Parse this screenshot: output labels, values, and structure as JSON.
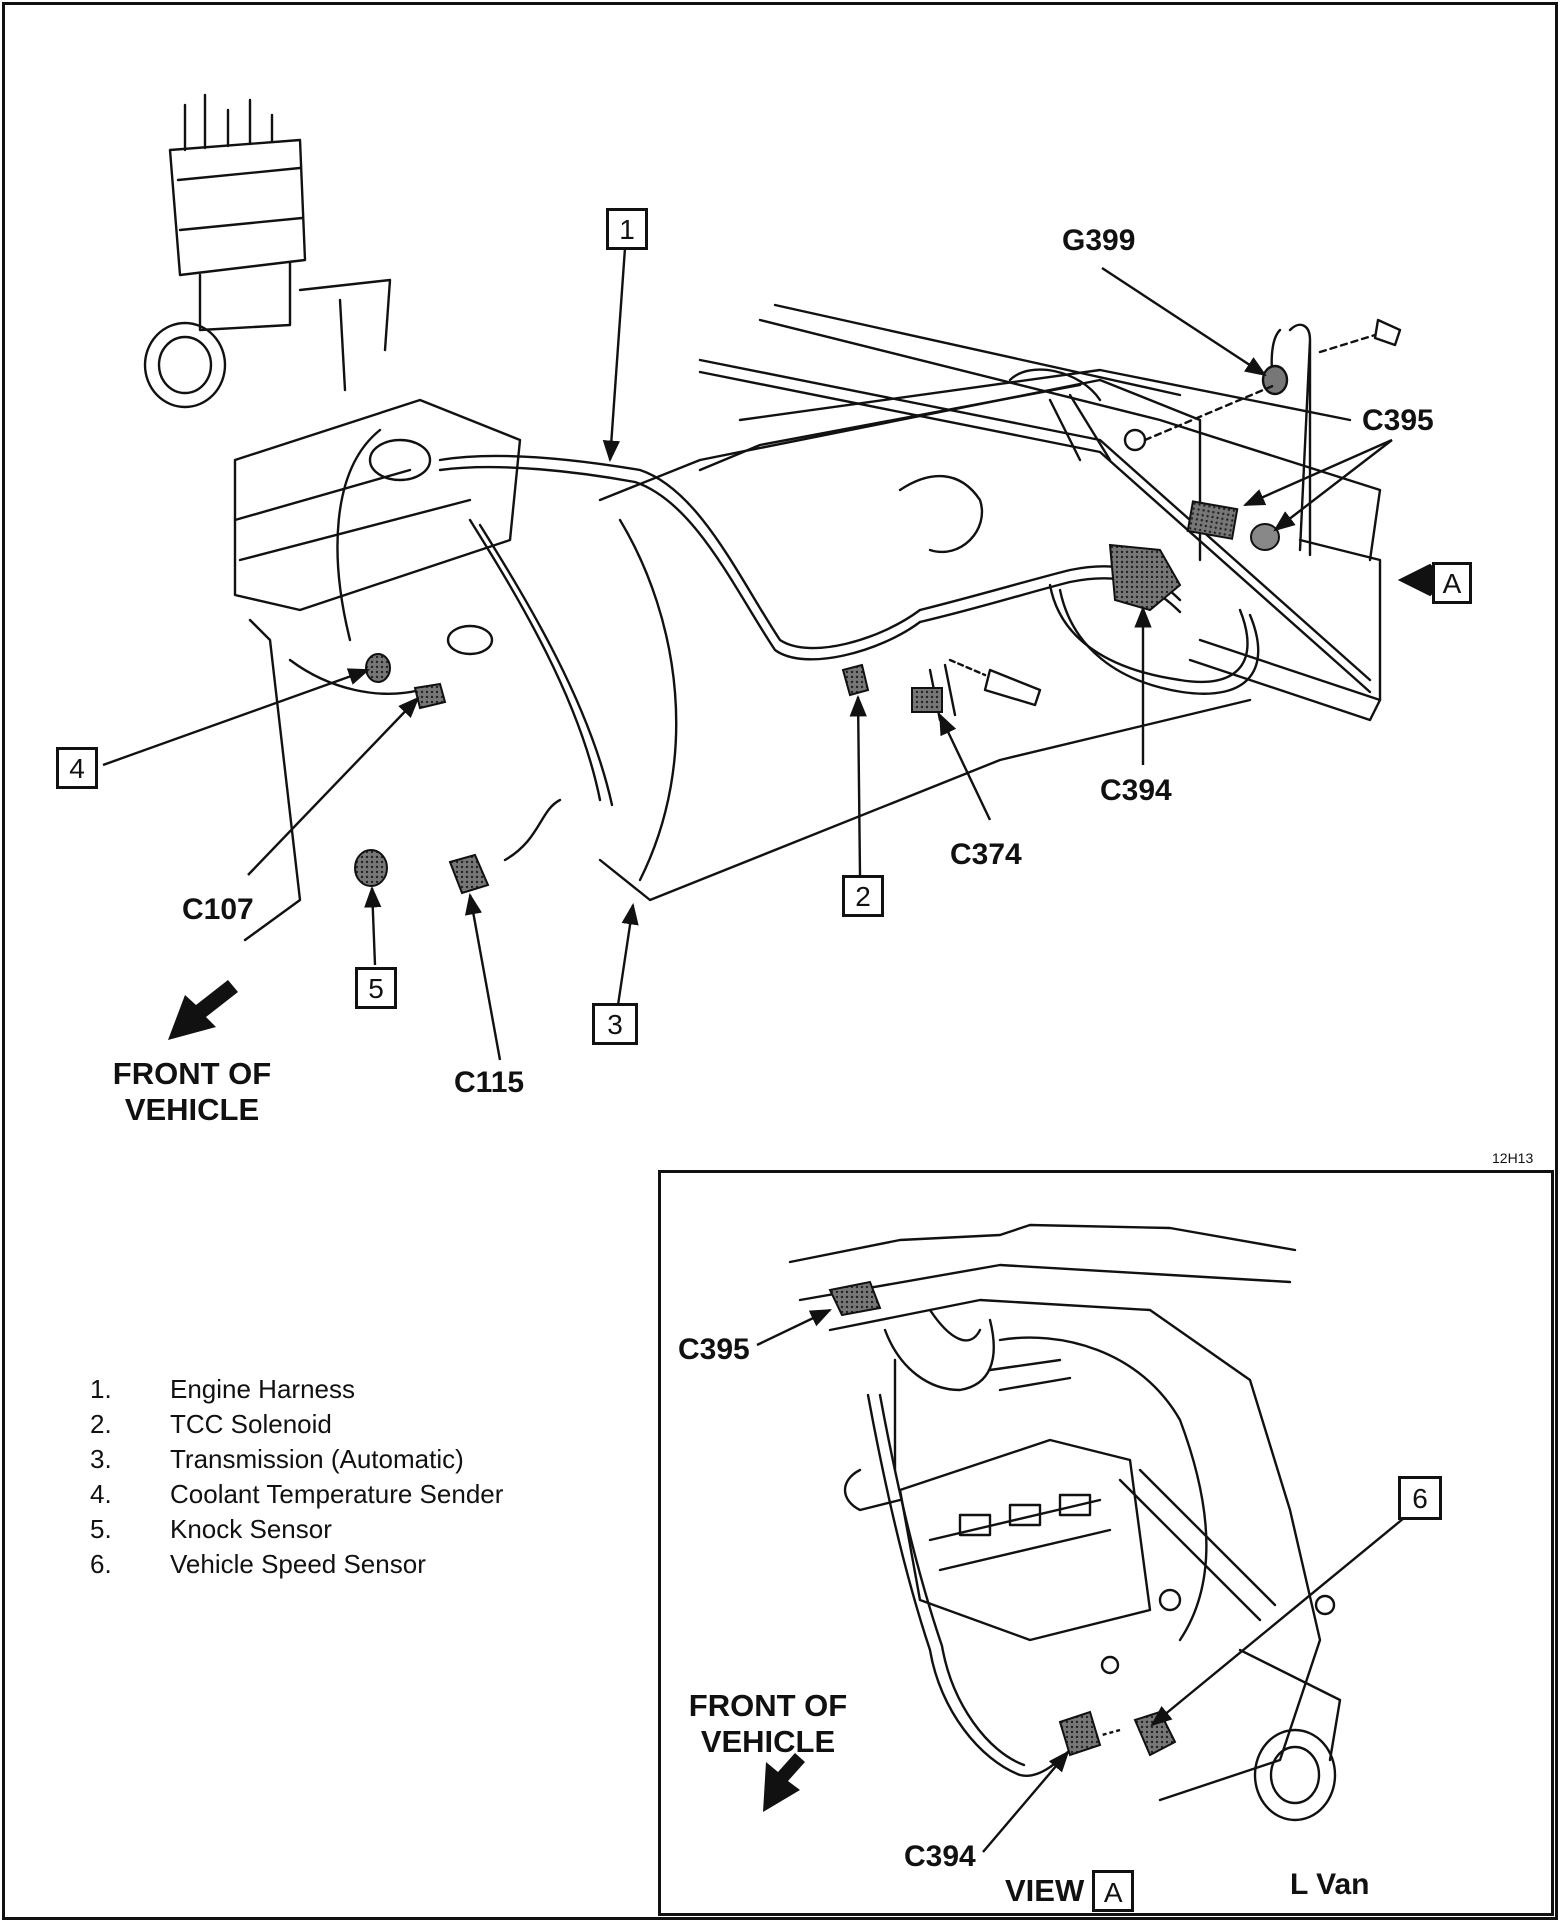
{
  "callouts": {
    "g399": "G399",
    "c395": "C395",
    "c394": "C394",
    "c374": "C374",
    "c107": "C107",
    "c115": "C115",
    "front_of_vehicle_line1": "FRONT OF",
    "front_of_vehicle_line2": "VEHICLE",
    "view_a_box": "A",
    "figure_code": "12H13"
  },
  "number_boxes": [
    "1",
    "2",
    "3",
    "4",
    "5"
  ],
  "legend": [
    {
      "num": "1.",
      "label": "Engine Harness"
    },
    {
      "num": "2.",
      "label": "TCC Solenoid"
    },
    {
      "num": "3.",
      "label": "Transmission (Automatic)"
    },
    {
      "num": "4.",
      "label": "Coolant Temperature Sender"
    },
    {
      "num": "5.",
      "label": "Knock Sensor"
    },
    {
      "num": "6.",
      "label": "Vehicle Speed Sensor"
    }
  ],
  "inset": {
    "c395": "C395",
    "c394": "C394",
    "number_box": "6",
    "front_line1": "FRONT OF",
    "front_line2": "VEHICLE",
    "view_label": "VIEW",
    "view_box": "A",
    "model": "L Van"
  }
}
